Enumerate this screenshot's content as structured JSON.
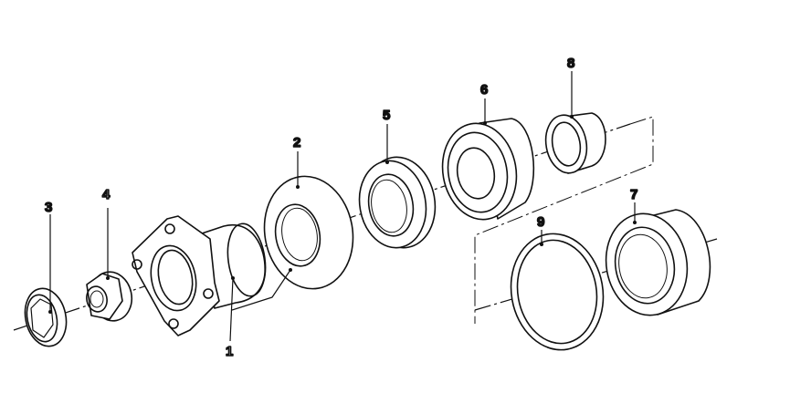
{
  "diagram": {
    "callouts": [
      {
        "id": "1",
        "text": "1",
        "color": "#b8b8b8"
      },
      {
        "id": "2",
        "text": "2",
        "color": "#111111"
      },
      {
        "id": "3",
        "text": "3",
        "color": "#111111"
      },
      {
        "id": "4",
        "text": "4",
        "color": "#b8b8b8"
      },
      {
        "id": "5",
        "text": "5",
        "color": "#111111"
      },
      {
        "id": "6",
        "text": "6",
        "color": "#111111"
      },
      {
        "id": "7",
        "text": "7",
        "color": "#111111"
      },
      {
        "id": "8",
        "text": "8",
        "color": "#111111"
      },
      {
        "id": "9",
        "text": "9",
        "color": "#111111"
      }
    ]
  }
}
